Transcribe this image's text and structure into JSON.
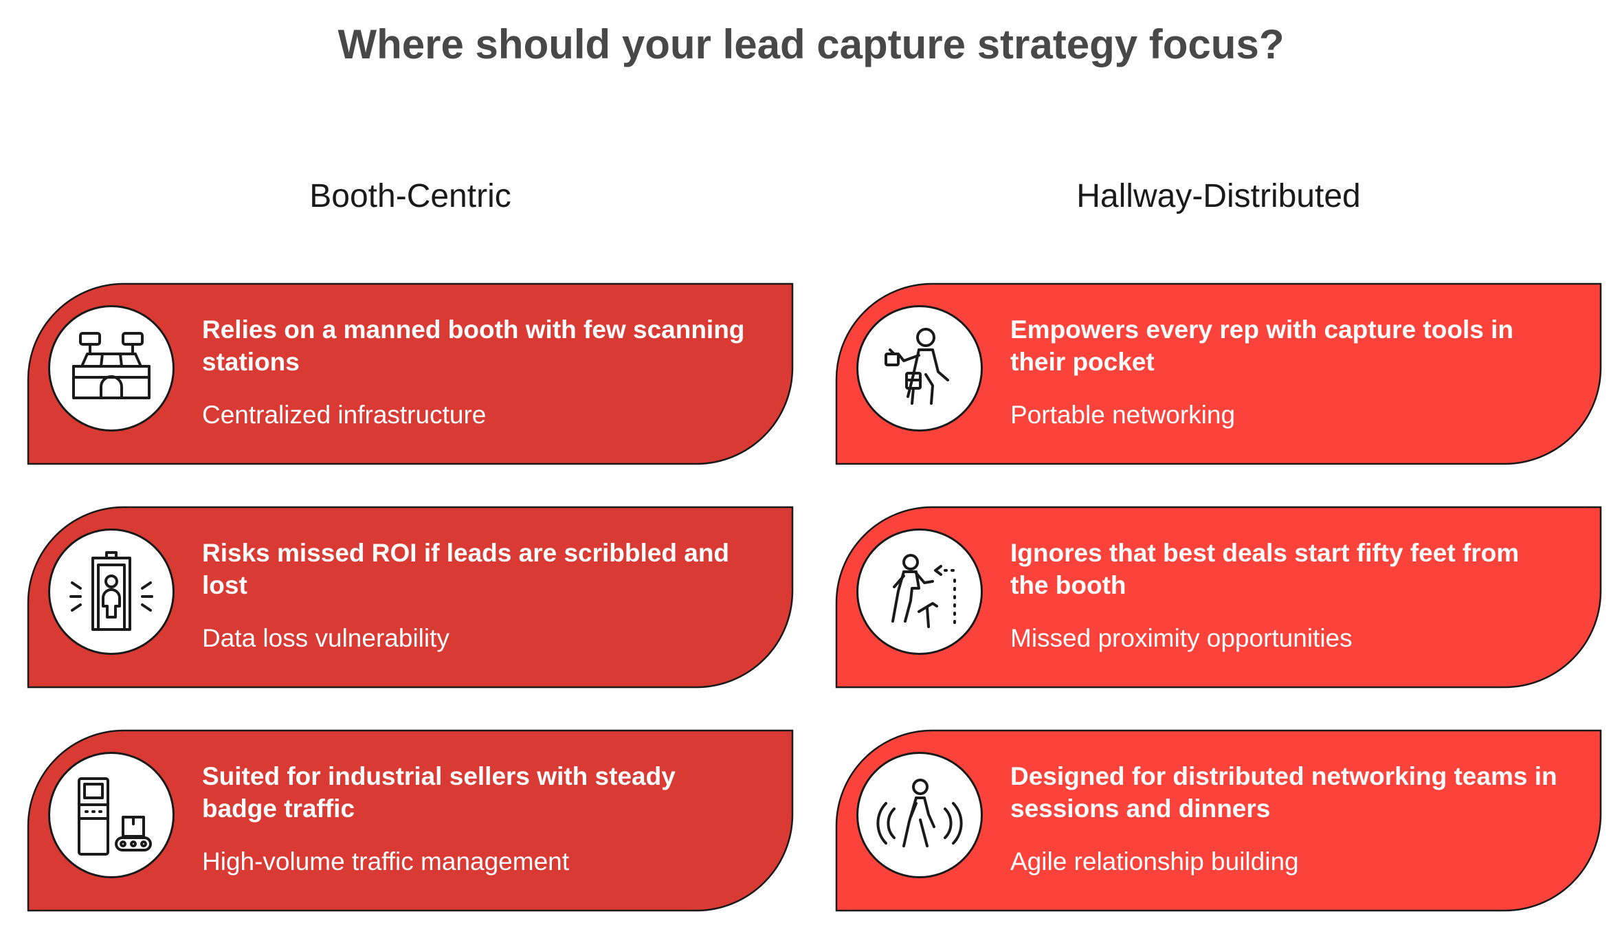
{
  "title": "Where should your lead capture strategy focus?",
  "colors": {
    "left_card": "#d93a34",
    "right_card": "#fb433b",
    "outline": "#1a1a1a",
    "title_text": "#484848"
  },
  "columns": [
    {
      "heading": "Booth-Centric",
      "cards": [
        {
          "icon": "booth-icon",
          "headline": "Relies on a manned booth with few scanning stations",
          "subtext": "Centralized infrastructure"
        },
        {
          "icon": "security-scanner-icon",
          "headline": "Risks missed ROI if leads are scribbled and lost",
          "subtext": "Data loss vulnerability"
        },
        {
          "icon": "kiosk-conveyor-icon",
          "headline": "Suited for industrial sellers with steady badge traffic",
          "subtext": "High-volume traffic management"
        }
      ]
    },
    {
      "heading": "Hallway-Distributed",
      "cards": [
        {
          "icon": "walking-rep-icon",
          "headline": "Empowers every rep with capture tools in their pocket",
          "subtext": "Portable networking"
        },
        {
          "icon": "proximity-walk-icon",
          "headline": "Ignores that best deals start fifty feet from the booth",
          "subtext": "Missed proximity opportunities"
        },
        {
          "icon": "networking-person-icon",
          "headline": "Designed for distributed networking teams in sessions and dinners",
          "subtext": "Agile relationship building"
        }
      ]
    }
  ]
}
